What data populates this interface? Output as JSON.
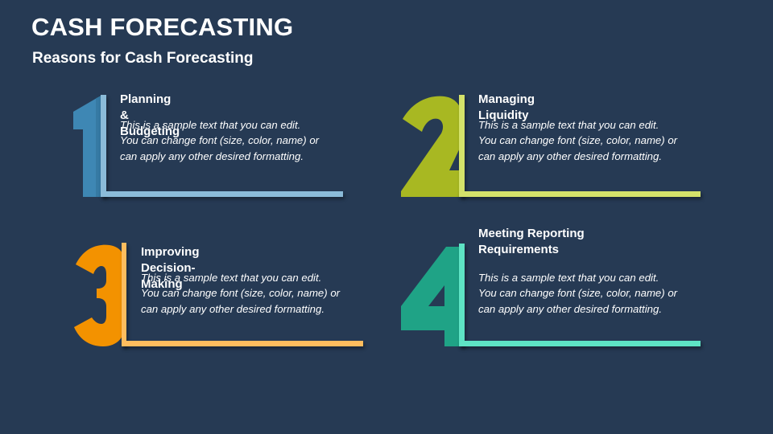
{
  "slide": {
    "title": "CASH FORECASTING",
    "subtitle": "Reasons for Cash Forecasting",
    "background_color": "#263a54"
  },
  "items": [
    {
      "number": "1",
      "heading": "Planning & Budgeting",
      "body": "This is a sample text that you can edit. You can change font (size, color, name) or can apply any other desired formatting.",
      "digit_color": "#3e87b4",
      "line_color": "#8bbbd8"
    },
    {
      "number": "2",
      "heading": "Managing Liquidity",
      "body": "This is a sample text that you can edit. You can change font (size, color, name) or can apply any other desired formatting.",
      "digit_color": "#a8b822",
      "line_color": "#d4e26a"
    },
    {
      "number": "3",
      "heading": "Improving Decision-Making",
      "body": "This is a sample text that you can edit. You can change font (size, color, name) or can apply any other desired formatting.",
      "digit_color": "#f39200",
      "line_color": "#ffbd5e"
    },
    {
      "number": "4",
      "heading": "Meeting Reporting Requirements",
      "body": "This is a sample text that you can edit. You can change font (size, color, name) or can apply any other desired formatting.",
      "digit_color": "#1fa386",
      "line_color": "#5ee3c4"
    }
  ]
}
